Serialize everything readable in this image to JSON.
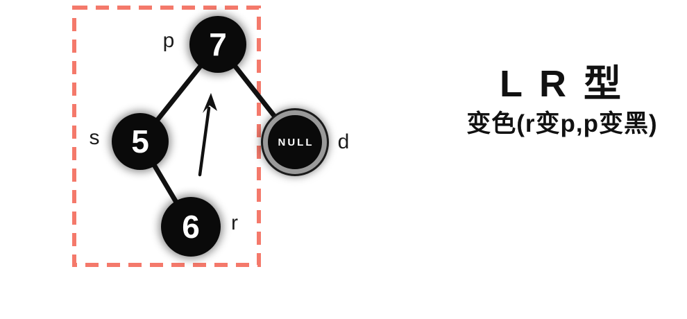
{
  "diagram": {
    "tree": {
      "root": {
        "value": "7",
        "label": "p"
      },
      "left_child": {
        "value": "5",
        "label": "s"
      },
      "left_right_child": {
        "value": "6",
        "label": "r"
      },
      "right_child": {
        "value": "NULL",
        "label": "d"
      }
    }
  },
  "caption": {
    "title": "L R 型",
    "subtitle": "变色(r变p,p变黑)"
  },
  "colors": {
    "dashed_box": "#F4796B",
    "node_fill": "#0A0A0A",
    "null_ring": "#9A9A9A",
    "edge": "#111111",
    "text": "#111111"
  }
}
